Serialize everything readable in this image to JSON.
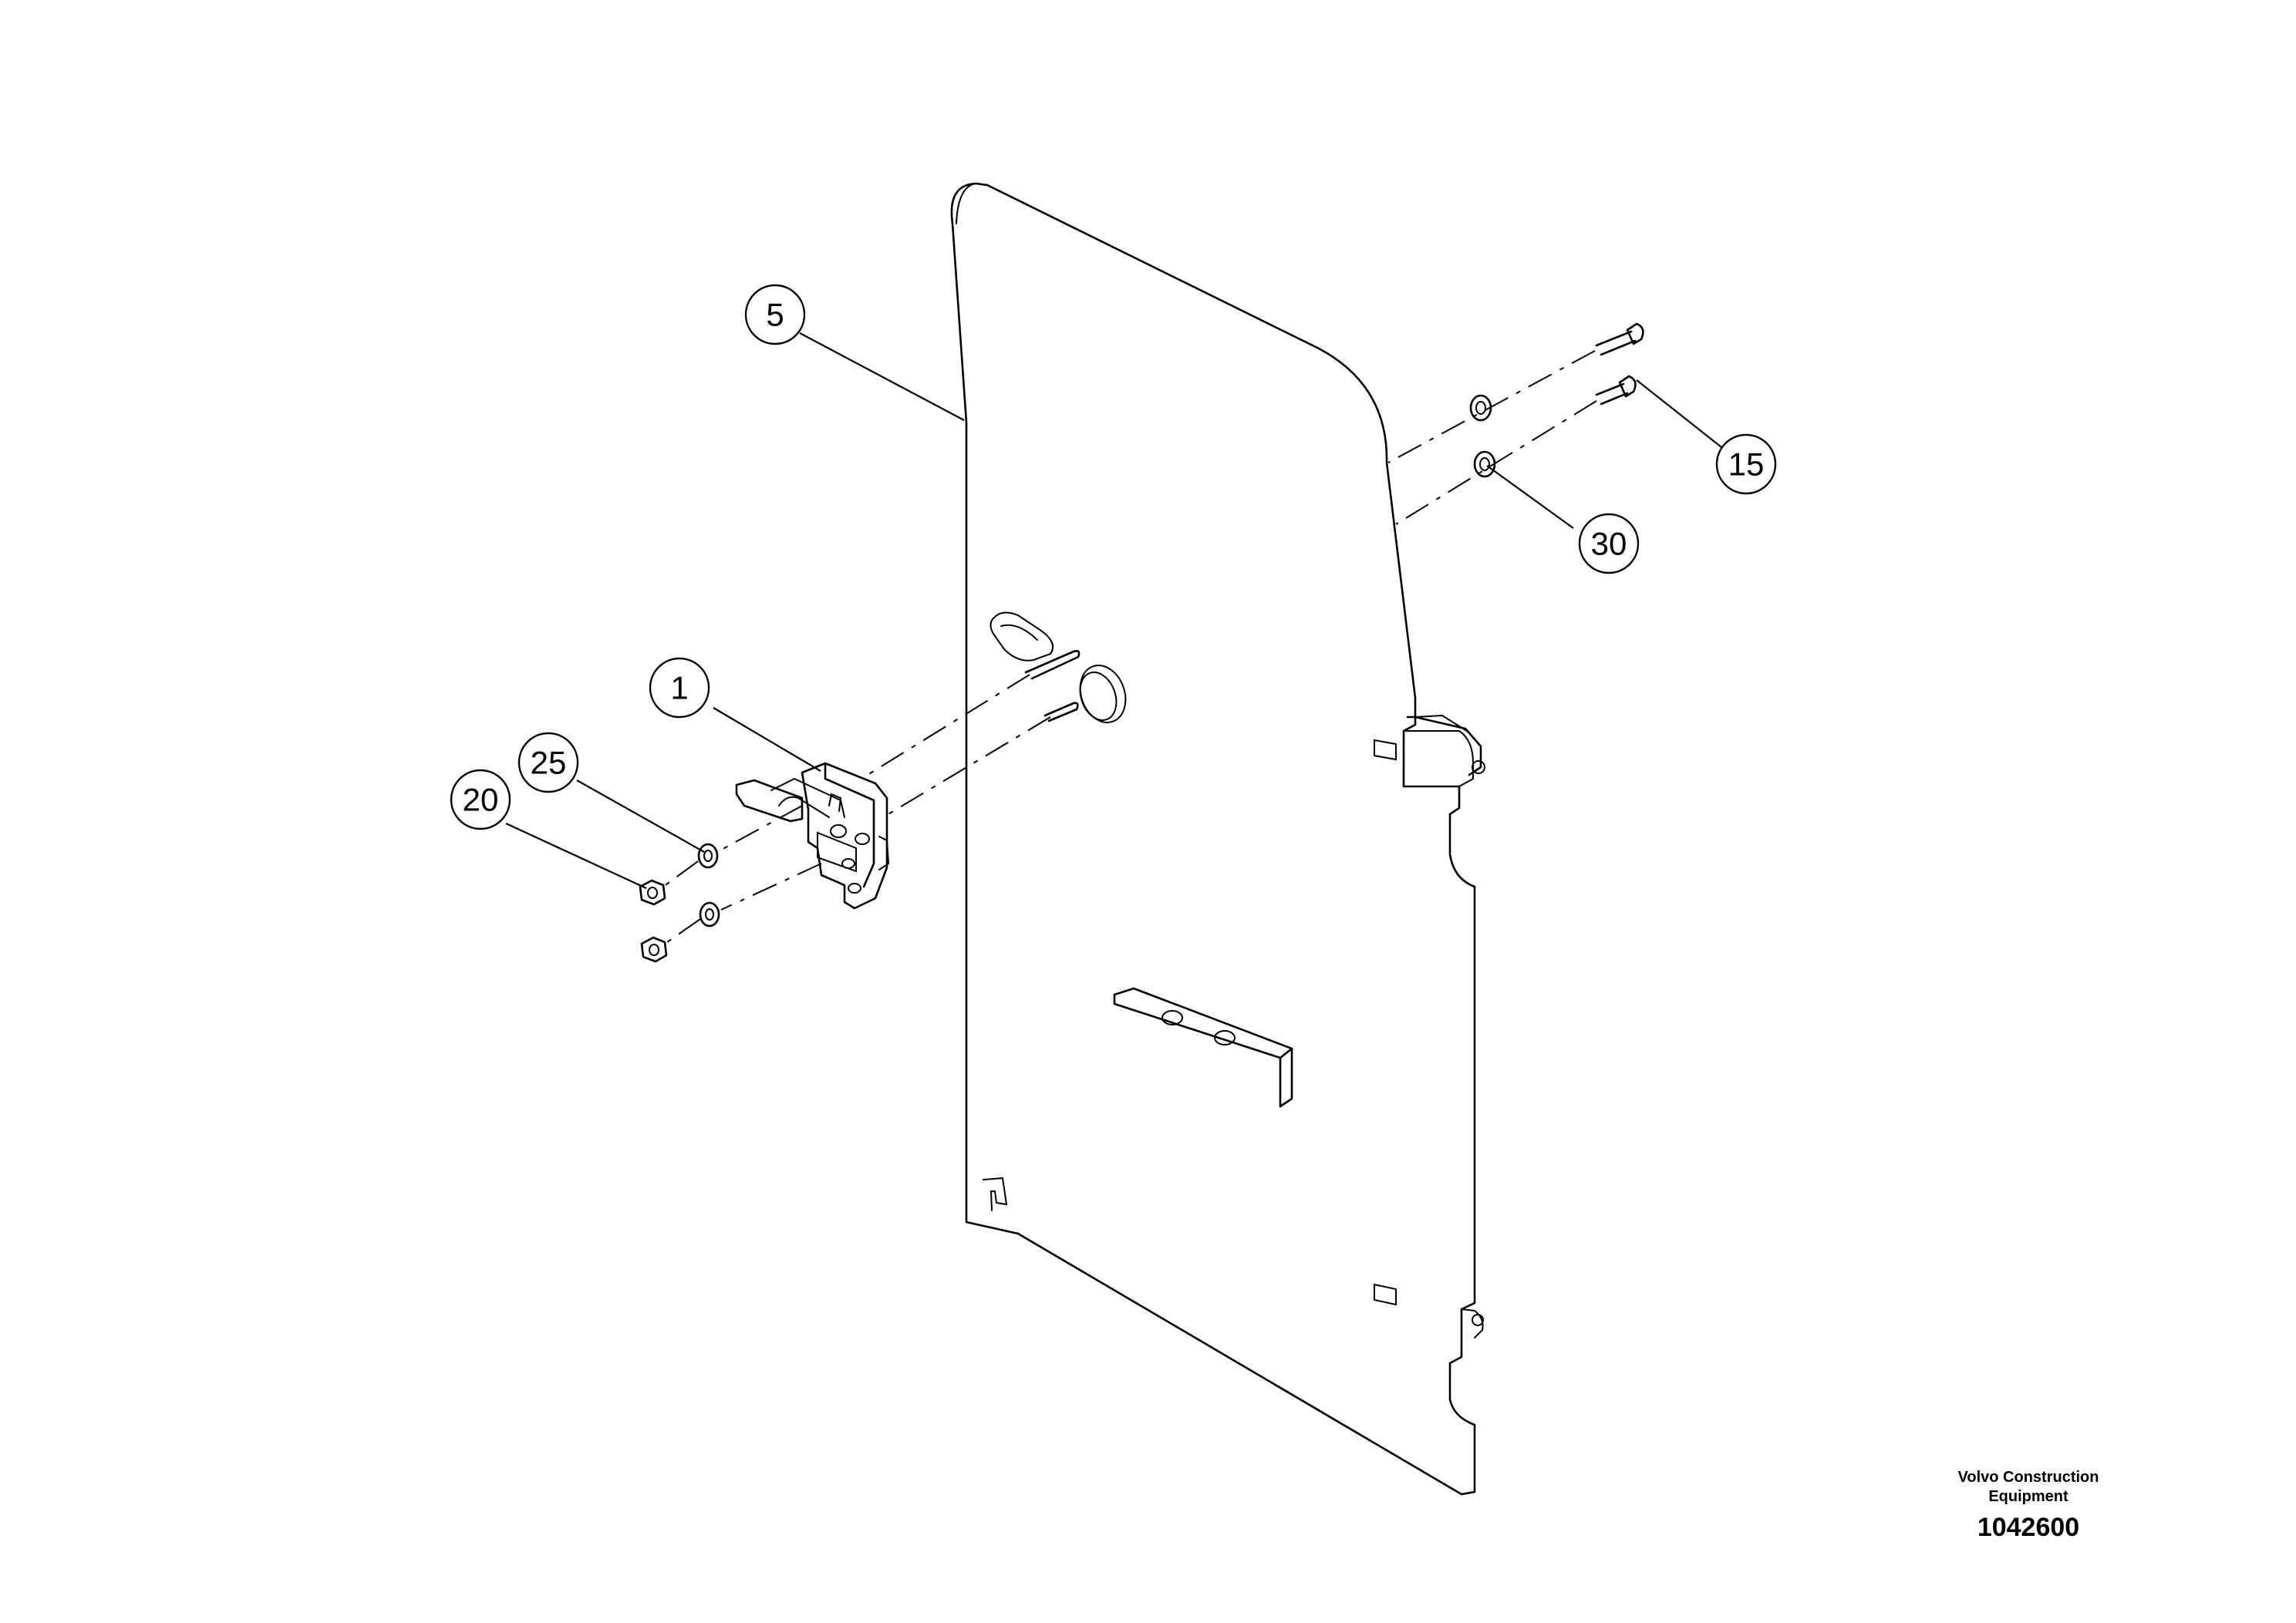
{
  "callouts": [
    {
      "id": "5"
    },
    {
      "id": "15"
    },
    {
      "id": "30"
    },
    {
      "id": "1"
    },
    {
      "id": "25"
    },
    {
      "id": "20"
    }
  ],
  "footer": {
    "manufacturer_line1": "Volvo Construction",
    "manufacturer_line2": "Equipment",
    "drawing_number": "1042600"
  }
}
